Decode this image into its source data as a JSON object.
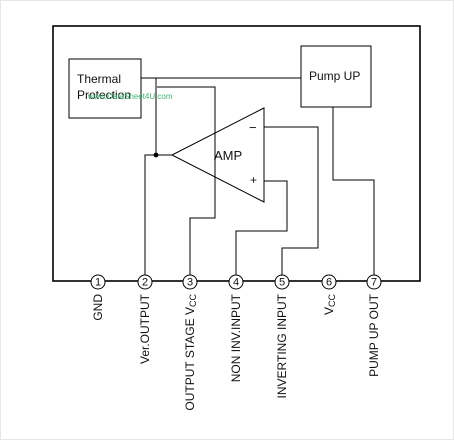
{
  "blocks": {
    "thermal_line1": "Thermal",
    "thermal_line2": "Protection",
    "pump": "Pump UP",
    "amp": "AMP",
    "amp_minus": "−",
    "amp_plus": "+"
  },
  "watermark": "www.DataSheet4U.com",
  "pins": [
    {
      "num": "1",
      "name": "GND"
    },
    {
      "num": "2",
      "name": "Ver.OUTPUT"
    },
    {
      "num": "3",
      "name": "OUTPUT STAGE V",
      "sub": "CC"
    },
    {
      "num": "4",
      "name": "NON INV.INPUT"
    },
    {
      "num": "5",
      "name": "INVERTING INPUT"
    },
    {
      "num": "6",
      "name": "V",
      "sub": "CC"
    },
    {
      "num": "7",
      "name": "PUMP UP OUT"
    }
  ]
}
